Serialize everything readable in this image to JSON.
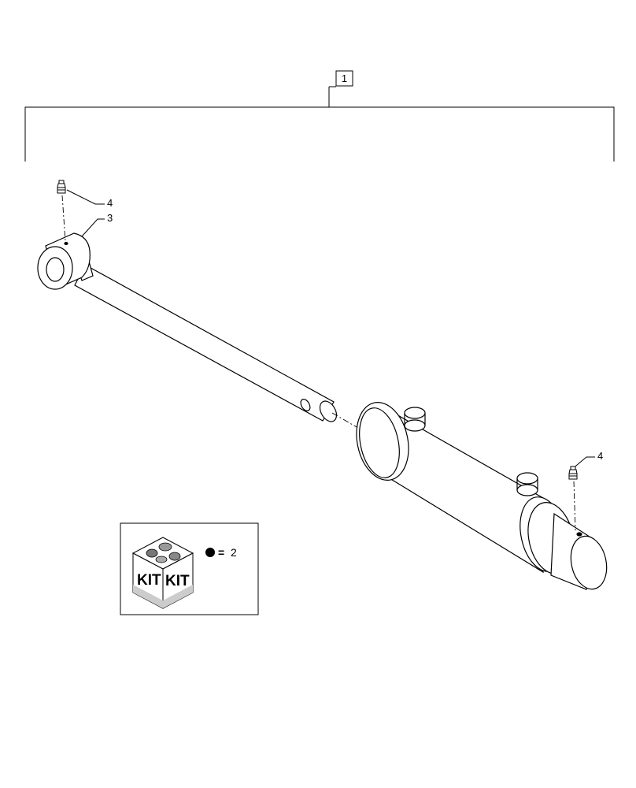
{
  "diagram": {
    "callouts": {
      "assembly": "1",
      "rod": "3",
      "fitting_top": "4",
      "fitting_right": "4"
    },
    "kit_legend": {
      "box_label_left": "KIT",
      "box_label_right": "KIT",
      "symbol": "●",
      "equals": "=",
      "ref": "2"
    }
  }
}
